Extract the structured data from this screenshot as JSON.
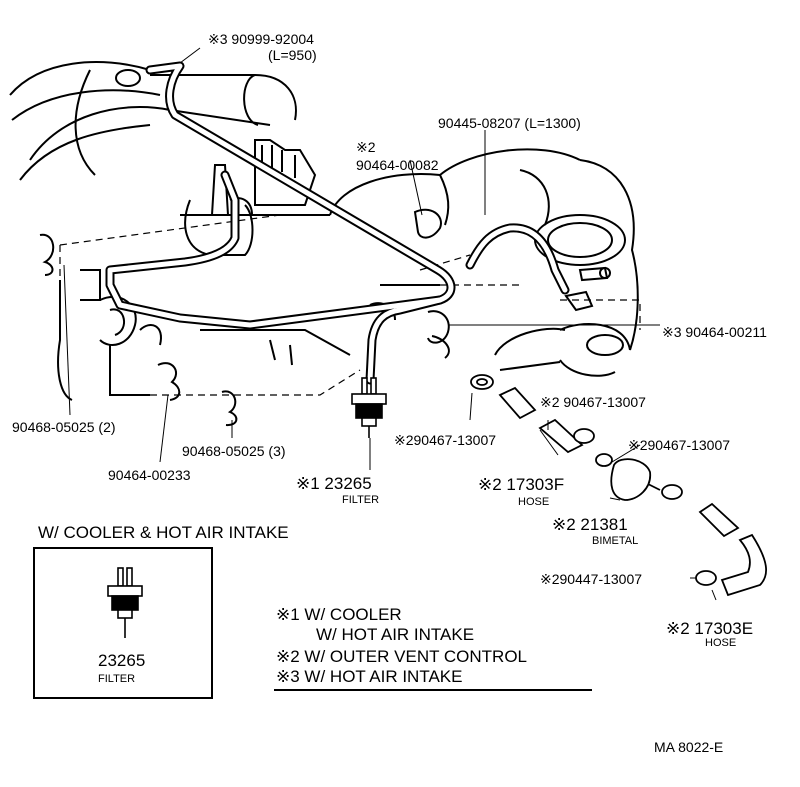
{
  "labels": {
    "p1": "※3 90999-92004",
    "p1_len": "(L=950)",
    "p2": "90445-08207 (L=1300)",
    "p3_mark": "※2",
    "p3": "90464-00082",
    "p4": "※3 90464-00211",
    "p5": "90468-05025 (2)",
    "p6": "90464-00233",
    "p7": "90468-05025 (3)",
    "p8": "※2 90467-13007",
    "p9": "※290467-13007",
    "p10": "※290467-13007",
    "p11": "※290447-13007",
    "filter_num": "※1 23265",
    "filter_name": "FILTER",
    "hose_f_num": "※2 17303F",
    "hose_f_name": "HOSE",
    "bimetal_num": "※2 21381",
    "bimetal_name": "BIMETAL",
    "hose_e_num": "※2 17303E",
    "hose_e_name": "HOSE"
  },
  "inset": {
    "title": "W/ COOLER & HOT AIR INTAKE",
    "part_num": "23265",
    "part_name": "FILTER"
  },
  "legend": {
    "line1": "※1 W/ COOLER",
    "line1b": "W/ HOT AIR INTAKE",
    "line2": "※2 W/ OUTER VENT CONTROL",
    "line3": "※3 W/ HOT AIR INTAKE"
  },
  "code": "MA 8022-E"
}
